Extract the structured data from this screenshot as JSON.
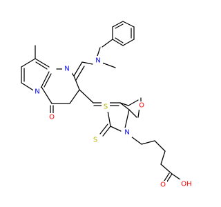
{
  "colors": {
    "bond": "#000000",
    "nitrogen": "#0000ff",
    "oxygen": "#ff0000",
    "sulfur": "#b5b500",
    "carbon": "#000000"
  },
  "atoms": {
    "n_dimethylamine": "N",
    "n_pyrimidine": "N",
    "n_bridgehead": "N",
    "n_thiazolidine": "N",
    "o_pyrimidinone": "O",
    "o_thiazolidinone": "O",
    "o_acid_carbonyl": "O",
    "oh_acid": "OH",
    "s_ring": "S",
    "s_thione": "S"
  }
}
